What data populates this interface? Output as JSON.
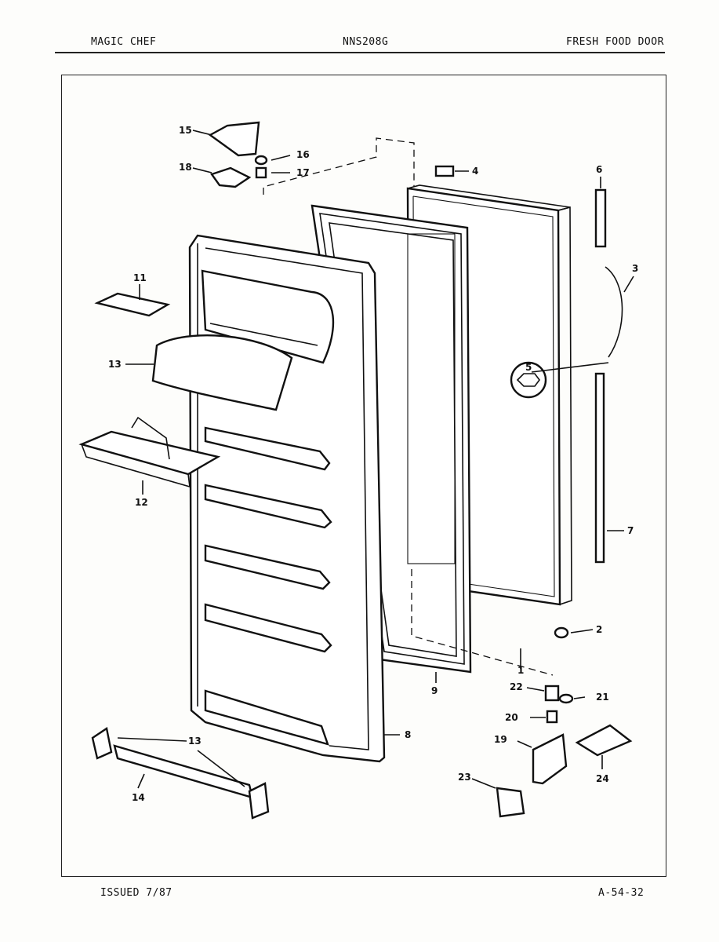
{
  "header": {
    "brand": "MAGIC CHEF",
    "model": "NNS208G",
    "section": "FRESH FOOD DOOR"
  },
  "footer": {
    "issued": "ISSUED 7/87",
    "page_code": "A-54-32"
  },
  "callouts": {
    "c1": "1",
    "c2": "2",
    "c3": "3",
    "c4": "4",
    "c5": "5",
    "c6": "6",
    "c7": "7",
    "c8": "8",
    "c9": "9",
    "c11": "11",
    "c12": "12",
    "c13a": "13",
    "c13b": "13",
    "c14": "14",
    "c15": "15",
    "c16": "16",
    "c17": "17",
    "c18": "18",
    "c19": "19",
    "c20": "20",
    "c21": "21",
    "c22": "22",
    "c23": "23",
    "c24": "24"
  }
}
